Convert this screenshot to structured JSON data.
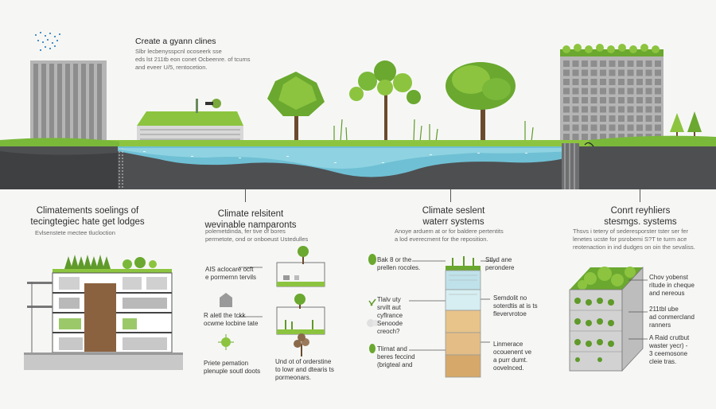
{
  "top": {
    "title": "Create a gyann clines",
    "subtitle_lines": [
      "Slbr lecbenysspcnl ocoseerk sse",
      "eds lst 211tb eon conet Ocbeenre. of tcums",
      "and eveer U/5, rentocetion."
    ]
  },
  "sections": [
    {
      "title_lines": [
        "Climatements soelings of",
        "tecingtegiec hate get lodges"
      ],
      "subtitle": "Evlsenstete mectee tlucloction",
      "labels": []
    },
    {
      "title_lines": [
        "Climate relsitent",
        "wevinable namparonts"
      ],
      "subtitle_lines": [
        "polemetdinda, fer tive of bores",
        "permetote, ond or onboeust Ustedulles"
      ],
      "labels": [
        {
          "lines": [
            "AIS aclocare ocft",
            "e pormernn tervils"
          ]
        },
        {
          "lines": [
            "R aletl the tckk",
            "ocwme locbine tate"
          ]
        },
        {
          "lines": [
            "Priete pemation",
            "plenuple soutl doots"
          ]
        },
        {
          "lines": [
            "Und ot of orderstine",
            "to lowr and dtearis ts",
            "pormeonars."
          ]
        }
      ]
    },
    {
      "title_lines": [
        "Climate seslent",
        "waterr systems"
      ],
      "subtitle_lines": [
        "Anoye arduem at or for baldere pertentits",
        "a lod everecment for the reposition."
      ],
      "labels": [
        {
          "lines": [
            "Bak 8 or the",
            "prellen rocoles."
          ]
        },
        {
          "lines": [
            "Stlyd ane",
            "perondere"
          ]
        },
        {
          "lines": [
            "Tlalv uty",
            "srvilt aut",
            "cyflrance"
          ]
        },
        {
          "lines": [
            "Semdolit no",
            "soterdtis at is ts",
            "flevervrotoe"
          ]
        },
        {
          "lines": [
            "Senoode",
            "creoch?"
          ]
        },
        {
          "lines": [
            "Tlirnat and",
            "beres feccind",
            "(brigteal and"
          ]
        },
        {
          "lines": [
            "Linmerace",
            "ocouenent ve",
            "a purr dumt.",
            "oovelnced."
          ]
        }
      ]
    },
    {
      "title_lines": [
        "Conrt reyhliers",
        "stesmgs. systems"
      ],
      "subtitle_lines": [
        "Thsvs i tetery of sederesporster tster ser fer",
        "lenetes ucste for psrobemi S?T te turm ace",
        "reotenaction in ind dudges on oin the sevaliss."
      ],
      "labels": [
        {
          "lines": [
            "Chov yobenst",
            "ritude in cheque",
            "and nereous"
          ]
        },
        {
          "lines": [
            "211tbl ube",
            "ad conmercland",
            "ranners"
          ]
        },
        {
          "lines": [
            "A Raid crutbut",
            "waster yecr) -",
            "3 ceemosone",
            "cleie tras."
          ]
        }
      ]
    }
  ],
  "colors": {
    "grass": "#8cc43f",
    "water": "#6fc0d4",
    "soil": "#4e4f51",
    "building": "#9b9b9b",
    "tree": "#6aa82f"
  }
}
